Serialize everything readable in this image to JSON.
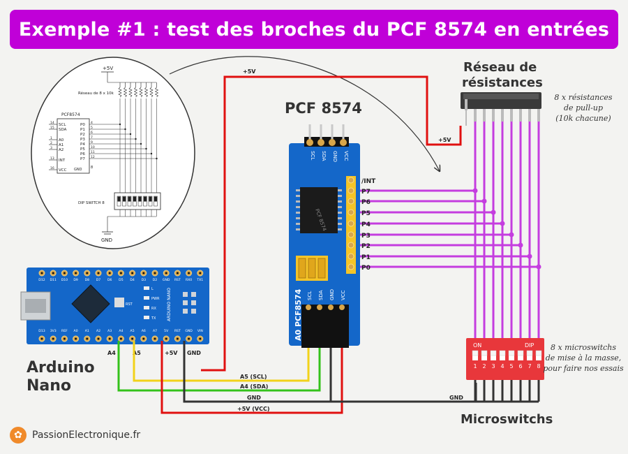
{
  "title": "Exemple #1 : test des broches du PCF 8574 en entrées",
  "schematic": {
    "vcc": "+5V",
    "resistor_net": "Réseau de 8 x 10k",
    "chip": "PCF8574",
    "left_pins": [
      {
        "num": "14",
        "name": "SCL"
      },
      {
        "num": "15",
        "name": "SDA"
      },
      {
        "num": "1",
        "name": "A0"
      },
      {
        "num": "2",
        "name": "A1"
      },
      {
        "num": "3",
        "name": "A2"
      },
      {
        "num": "13",
        "name": "INT"
      },
      {
        "num": "16",
        "name": "VCC"
      }
    ],
    "right_pins": [
      {
        "num": "4",
        "name": "P0"
      },
      {
        "num": "5",
        "name": "P1"
      },
      {
        "num": "6",
        "name": "P2"
      },
      {
        "num": "7",
        "name": "P3"
      },
      {
        "num": "9",
        "name": "P4"
      },
      {
        "num": "10",
        "name": "P5"
      },
      {
        "num": "11",
        "name": "P6"
      },
      {
        "num": "12",
        "name": "P7"
      }
    ],
    "gnd_pin": {
      "num": "8",
      "name": "GND"
    },
    "dip": "DIP SWITCH 8",
    "gnd": "GND"
  },
  "pcf_title": "PCF 8574",
  "pcf_board": {
    "top_pins": [
      "SCL",
      "SDA",
      "GND",
      "VCC"
    ],
    "right_pins": [
      "/INT",
      "P7",
      "P6",
      "P5",
      "P4",
      "P3",
      "P2",
      "P1",
      "P0"
    ],
    "bottom_label": "A0 PCF8574",
    "bottom_pins": [
      "SCL",
      "SDA",
      "GND",
      "VCC"
    ],
    "chip_text": "PCF 8574"
  },
  "resistor": {
    "title1": "Réseau de",
    "title2": "résistances",
    "note": [
      "8 x résistances",
      "de pull-up",
      "(10k chacune)"
    ]
  },
  "arduino": {
    "name1": "Arduino",
    "name2": "Nano",
    "top_pins": [
      "D12",
      "D11",
      "D10",
      "D9",
      "D8",
      "D7",
      "D6",
      "D5",
      "D4",
      "D3",
      "D2",
      "GND",
      "RST",
      "RX0",
      "TX1"
    ],
    "bottom_pins": [
      "D13",
      "3V3",
      "REF",
      "A0",
      "A1",
      "A2",
      "A3",
      "A4",
      "A5",
      "A6",
      "A7",
      "5V",
      "RST",
      "GND",
      "VIN"
    ],
    "labels": [
      "A4",
      "A5",
      "+5V",
      "GND"
    ],
    "board_labels": {
      "l": "L",
      "pwr": "PWR",
      "rx": "RX",
      "tx": "TX",
      "rst": "RST",
      "model": "ARDUINO NANO"
    }
  },
  "wires": {
    "vcc_top": "+5V",
    "vcc_res": "+5V",
    "scl": "A5 (SCL)",
    "sda": "A4 (SDA)",
    "gnd": "GND",
    "vcc": "+5V (VCC)",
    "gnd_sw": "GND"
  },
  "switches": {
    "title": "Microswitchs",
    "on": "ON",
    "dip": "DIP",
    "numbers": [
      "1",
      "2",
      "3",
      "4",
      "5",
      "6",
      "7",
      "8"
    ],
    "note": [
      "8 x microswitchs",
      "de mise à la masse,",
      "pour faire nos essais"
    ]
  },
  "footer": {
    "brand": "PassionElectronique.fr"
  },
  "colors": {
    "banner": "#c000d8",
    "purple_wire": "#c43ddf",
    "red_wire": "#e01010",
    "yellow_wire": "#f2d21a",
    "green_wire": "#34c21b",
    "black_wire": "#333333",
    "board_blue": "#1467c9",
    "dip_red": "#e8373b"
  }
}
